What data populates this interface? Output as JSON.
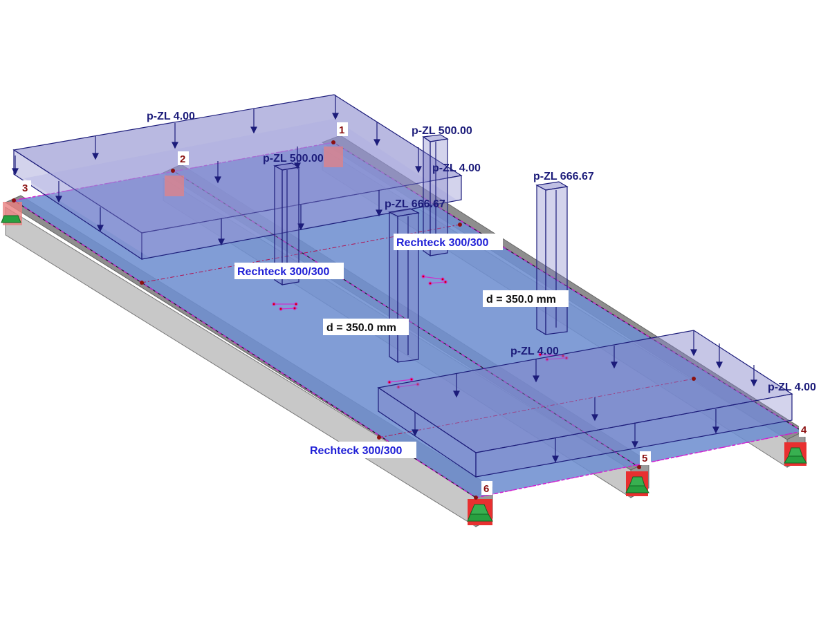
{
  "colors": {
    "slab": "#6f8fd0",
    "beam_top": "#8a8a8a",
    "beam_side": "#c4c4c4",
    "load_fill": "#8080c8",
    "load_line": "#1c1c7a",
    "support_red": "#e83030",
    "support_green": "#28a040",
    "member_line": "#d020d0",
    "node_text": "#8b1010",
    "section_text": "#1f1fd6"
  },
  "nodes": [
    {
      "id": "1",
      "label": "1"
    },
    {
      "id": "2",
      "label": "2"
    },
    {
      "id": "3",
      "label": "3"
    },
    {
      "id": "4",
      "label": "4"
    },
    {
      "id": "5",
      "label": "5"
    },
    {
      "id": "6",
      "label": "6"
    }
  ],
  "loads": {
    "area_back_label": "p-ZL 4.00",
    "area_back_side_label": "p-ZL 4.00",
    "area_front_label": "p-ZL 4.00",
    "area_front_side_label": "p-ZL 4.00",
    "column_a_label": "p-ZL 500.00",
    "column_b_label": "p-ZL 500.00",
    "column_c_label": "p-ZL 666.67",
    "column_d_label": "p-ZL 666.67"
  },
  "sections": {
    "beam_left": "Rechteck 300/300",
    "beam_middle": "Rechteck 300/300",
    "beam_right": "Rechteck 300/300"
  },
  "thickness": {
    "label_a": "d = 350.0 mm",
    "label_b": "d = 350.0 mm"
  }
}
